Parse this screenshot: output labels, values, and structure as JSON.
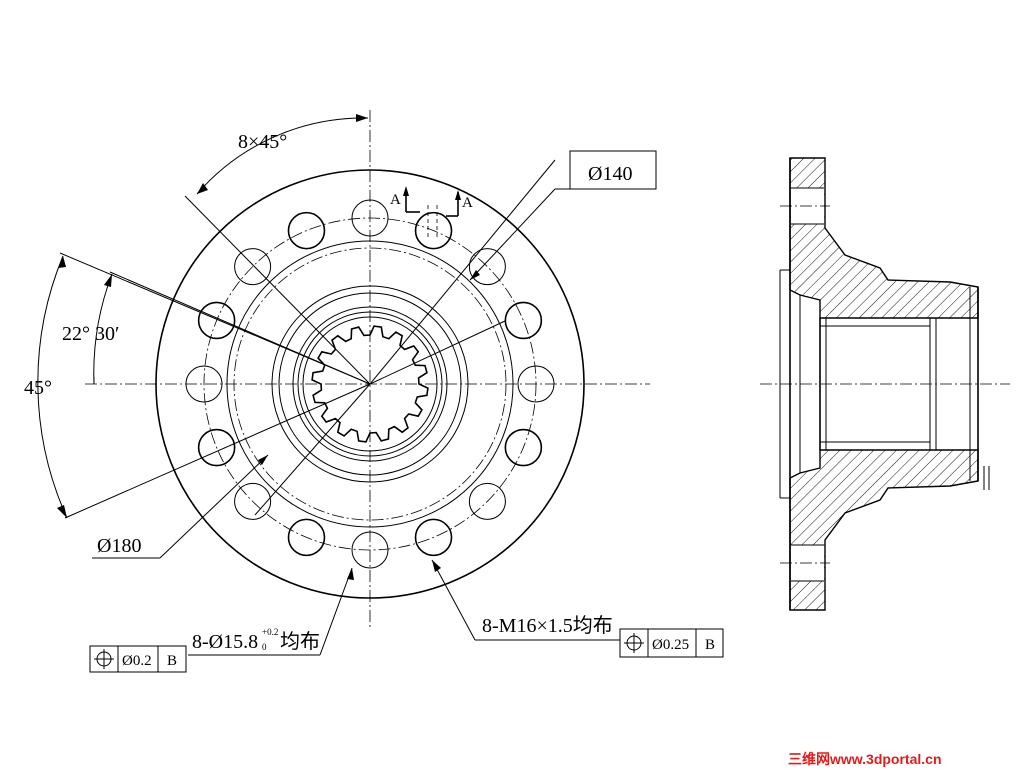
{
  "annotations": {
    "bolt_angle": "8×45°",
    "pcd_small": "Ø140",
    "angle_half": "22° 30′",
    "angle_full": "45°",
    "pcd_large": "Ø180",
    "section_mark": "A",
    "holes_callout_prefix": "8-Ø15.8",
    "holes_tol_upper": "+0.2",
    "holes_tol_lower": "0",
    "holes_callout_suffix": "均布",
    "thread_callout": "8-M16×1.5均布"
  },
  "tolerance_frames": [
    {
      "tolerance": "Ø0.2",
      "datum": "B"
    },
    {
      "tolerance": "Ø0.25",
      "datum": "B"
    }
  ],
  "watermark": "三维网www.3dportal.cn",
  "colors": {
    "line": "#000000",
    "watermark": "#e31b1b",
    "background": "#ffffff"
  }
}
